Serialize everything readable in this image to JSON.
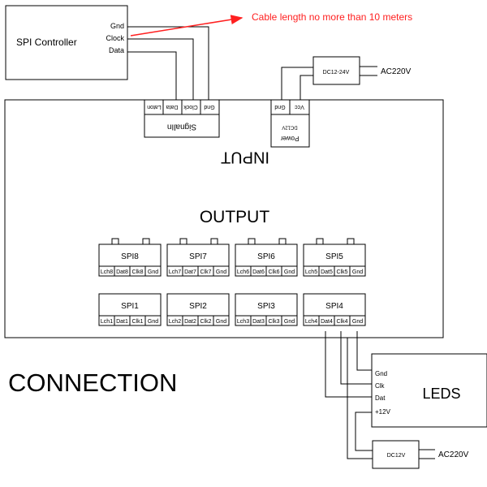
{
  "colors": {
    "accent": "#ff2020",
    "line": "#000000",
    "background": "#ffffff"
  },
  "controller": {
    "title": "SPI Controller",
    "pins": [
      "Gnd",
      "Clock",
      "Data"
    ]
  },
  "note": "Cable length no more than 10 meters",
  "power_top": {
    "label": "DC12-24V",
    "ac": "AC220V"
  },
  "power_bottom": {
    "label": "DC12V",
    "ac": "AC220V"
  },
  "signal_in": {
    "pins": [
      "Gnd",
      "Clock",
      "Data",
      "Laton"
    ],
    "label": "SignalIn"
  },
  "power_in": {
    "pins": [
      "Gnd",
      "Vcc"
    ],
    "label": "Power",
    "sublabel": "DC12V"
  },
  "main": {
    "input_label": "INPUT",
    "output_label": "OUTPUT"
  },
  "spi_top": [
    {
      "name": "SPI8",
      "pins": [
        "Lch8",
        "Dat8",
        "Clk8",
        "Gnd"
      ]
    },
    {
      "name": "SPI7",
      "pins": [
        "Lch7",
        "Dat7",
        "Clk7",
        "Gnd"
      ]
    },
    {
      "name": "SPI6",
      "pins": [
        "Lch6",
        "Dat6",
        "Clk6",
        "Gnd"
      ]
    },
    {
      "name": "SPI5",
      "pins": [
        "Lch5",
        "Dat5",
        "Clk5",
        "Gnd"
      ]
    }
  ],
  "spi_bottom": [
    {
      "name": "SPI1",
      "pins": [
        "Lch1",
        "Dat1",
        "Clk1",
        "Gnd"
      ]
    },
    {
      "name": "SPI2",
      "pins": [
        "Lch2",
        "Dat2",
        "Clk2",
        "Gnd"
      ]
    },
    {
      "name": "SPI3",
      "pins": [
        "Lch3",
        "Dat3",
        "Clk3",
        "Gnd"
      ]
    },
    {
      "name": "SPI4",
      "pins": [
        "Lch4",
        "Dat4",
        "Clk4",
        "Gnd"
      ]
    }
  ],
  "leds": {
    "title": "LEDS",
    "pins": [
      "Gnd",
      "Clk",
      "Dat",
      "+12V"
    ]
  },
  "caption": "CONNECTION"
}
